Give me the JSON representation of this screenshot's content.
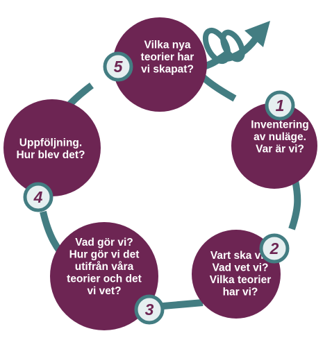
{
  "colors": {
    "ring": "#437d82",
    "node": "#6d2553",
    "badge_fill": "#e6eff0",
    "badge_stroke": "#437d82",
    "badge_text": "#6d2553",
    "text": "#ffffff"
  },
  "steps": [
    {
      "number": "1",
      "lines": [
        "Inventering",
        "av nuläge.",
        "Var är vi?"
      ]
    },
    {
      "number": "2",
      "lines": [
        "Vart ska vi?",
        "Vad vet vi?",
        "Vilka teorier",
        "har vi?"
      ]
    },
    {
      "number": "3",
      "lines": [
        "Vad gör vi?",
        "Hur gör vi det",
        "utifrån våra",
        "teorier och det",
        "vi vet?"
      ]
    },
    {
      "number": "4",
      "lines": [
        "Uppföljning.",
        "Hur blev det?"
      ]
    },
    {
      "number": "5",
      "lines": [
        "Vilka nya",
        "teorier har",
        "vi skapat?"
      ]
    }
  ],
  "icons": {
    "arrow": "spiral-arrow-icon"
  }
}
